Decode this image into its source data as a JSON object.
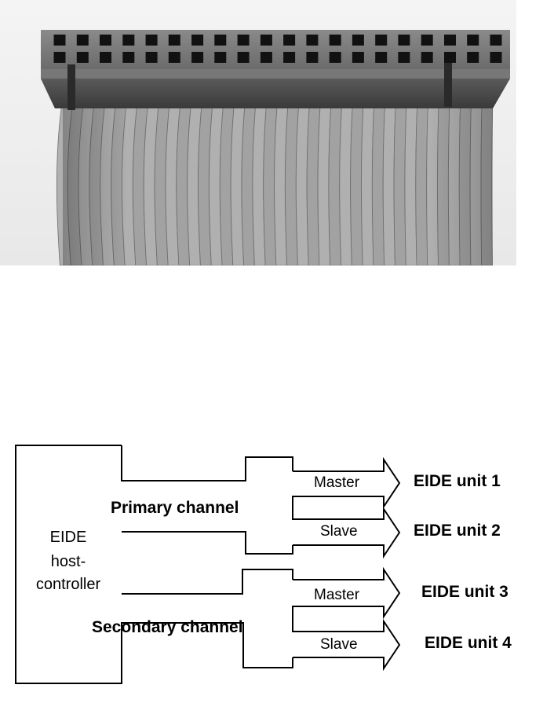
{
  "photo": {
    "subject": "ribbon-cable-connector",
    "colors": {
      "background": "#ffffff",
      "connector": "#6e6e6e",
      "ribbon": "#a8a8a8"
    },
    "pin_columns": 20,
    "pin_rows": 2,
    "ribbon_conductors": 40
  },
  "diagram": {
    "controller": {
      "line1": "EIDE",
      "line2": "host-",
      "line3": "controller"
    },
    "channels": {
      "primary": "Primary channel",
      "secondary": "Secondary channel"
    },
    "links": [
      {
        "role": "Master",
        "unit": "EIDE unit 1"
      },
      {
        "role": "Slave",
        "unit": "EIDE unit 2"
      },
      {
        "role": "Master",
        "unit": "EIDE unit 3"
      },
      {
        "role": "Slave",
        "unit": "EIDE unit 4"
      }
    ]
  }
}
